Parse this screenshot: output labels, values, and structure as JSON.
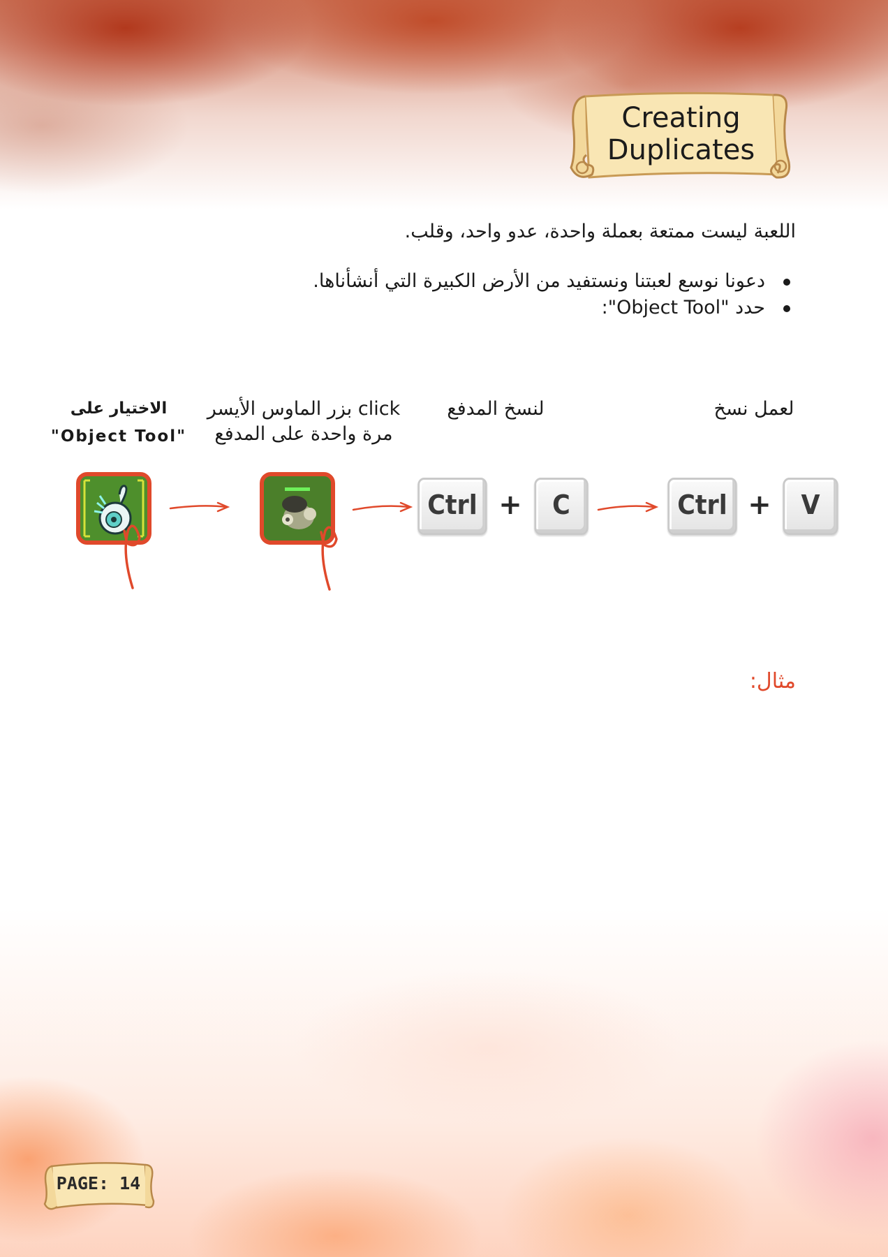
{
  "title": {
    "line1": "Creating",
    "line2": "Duplicates"
  },
  "intro": "اللعبة ليست ممتعة بعملة واحدة، عدو واحد، وقلب.",
  "bullets": [
    "دعونا نوسع لعبتنا ونستفيد من الأرض الكبيرة التي أنشأناها.",
    "حدد \"Object Tool\":"
  ],
  "steps": {
    "select_label_line1": "الاختيار على",
    "select_label_line2": "\"Object Tool\"",
    "click_label": "click بزر الماوس الأيسر مرة واحدة على المدفع",
    "copy_label": "لنسخ المدفع",
    "duplicate_label": "لعمل نسخ"
  },
  "keys": {
    "ctrl_1": "Ctrl",
    "c": "C",
    "plus_1": "+",
    "ctrl_2": "Ctrl",
    "v": "V",
    "plus_2": "+"
  },
  "example_label": "مثال:",
  "page_label": "PAGE: 14",
  "colors": {
    "accent": "#e0492b",
    "icon_bg": "#4e8f2c",
    "scroll": "#f9e6b4"
  },
  "icons": [
    "object-tool-icon",
    "cannon-icon",
    "arrow-icon"
  ]
}
